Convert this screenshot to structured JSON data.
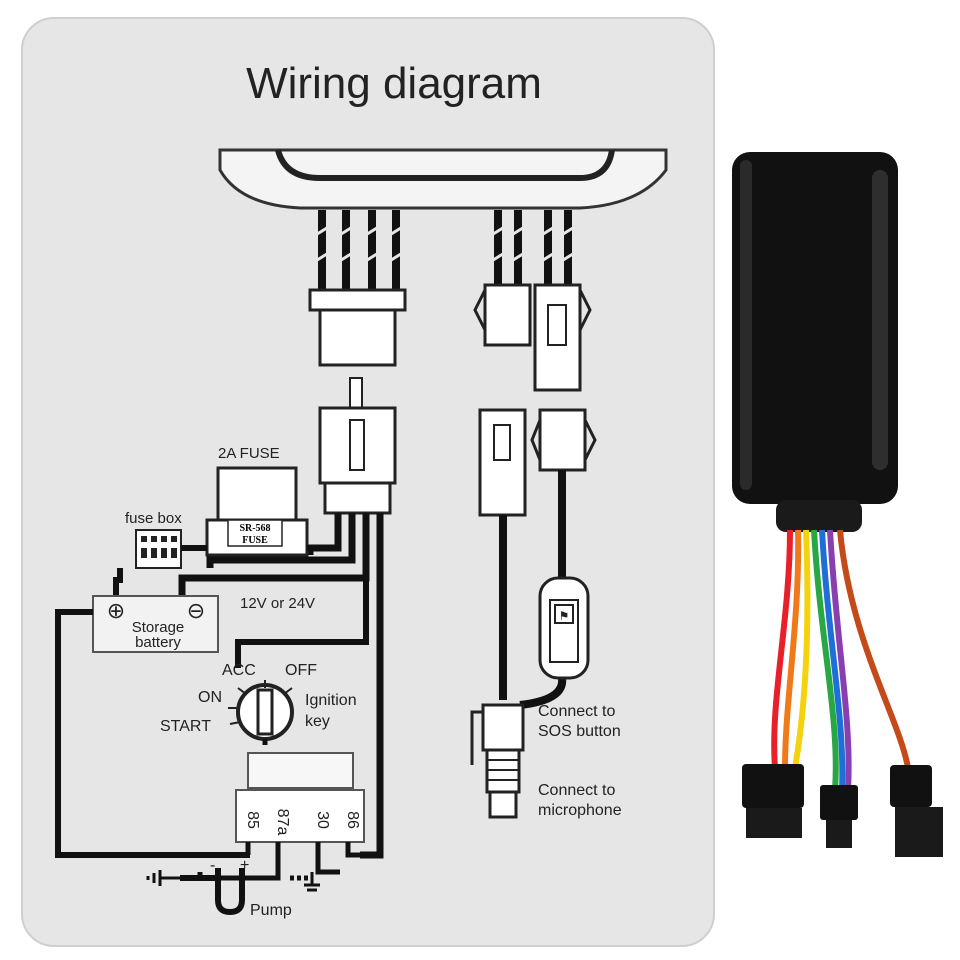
{
  "diagram": {
    "title": "Wiring diagram",
    "labels": {
      "fuse": "2A FUSE",
      "fuse_box": "fuse box",
      "fuse_part_line1": "SR-568",
      "fuse_part_line2": "FUSE",
      "voltage": "12V or 24V",
      "battery_line1": "Storage",
      "battery_line2": "battery",
      "battery_plus": "⊕",
      "battery_minus": "⊖",
      "acc": "ACC",
      "off": "OFF",
      "on": "ON",
      "start": "START",
      "ignition_line1": "Ignition",
      "ignition_line2": "key",
      "relay_85": "85",
      "relay_87a": "87a",
      "relay_30": "30",
      "relay_86": "86",
      "pump": "Pump",
      "pump_minus": "-",
      "pump_plus": "+",
      "sos_line1": "Connect to",
      "sos_line2": "SOS button",
      "mic_line1": "Connect to",
      "mic_line2": "microphone"
    }
  },
  "device": {
    "wire_colors": [
      "#e8202a",
      "#f07a1a",
      "#f4d20c",
      "#28a745",
      "#1f6fd8",
      "#8a3fb0",
      "#c44a1a"
    ],
    "body_color": "#111111"
  }
}
